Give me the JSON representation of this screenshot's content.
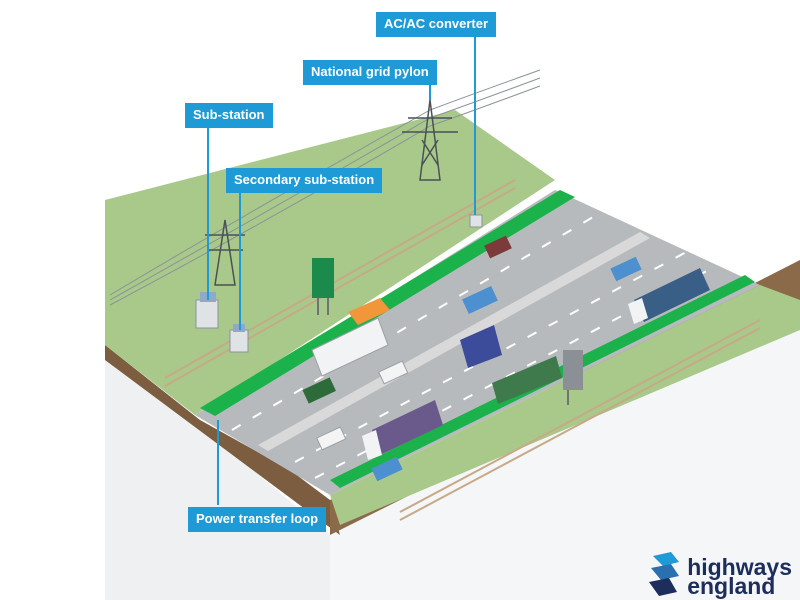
{
  "labels": {
    "ac_converter": "AC/AC converter",
    "national_grid_pylon": "National grid pylon",
    "sub_station": "Sub-station",
    "secondary_sub_station": "Secondary sub-station",
    "power_transfer_loop": "Power transfer loop"
  },
  "logo": {
    "line1": "highways",
    "line2": "england"
  },
  "colors": {
    "callout": "#1e9ad6",
    "grass": "#a8c98a",
    "road": "#b7babd",
    "charging_lane": "#1cb24b",
    "earth": "#8b6a4a",
    "logo": "#1d2d5c"
  }
}
